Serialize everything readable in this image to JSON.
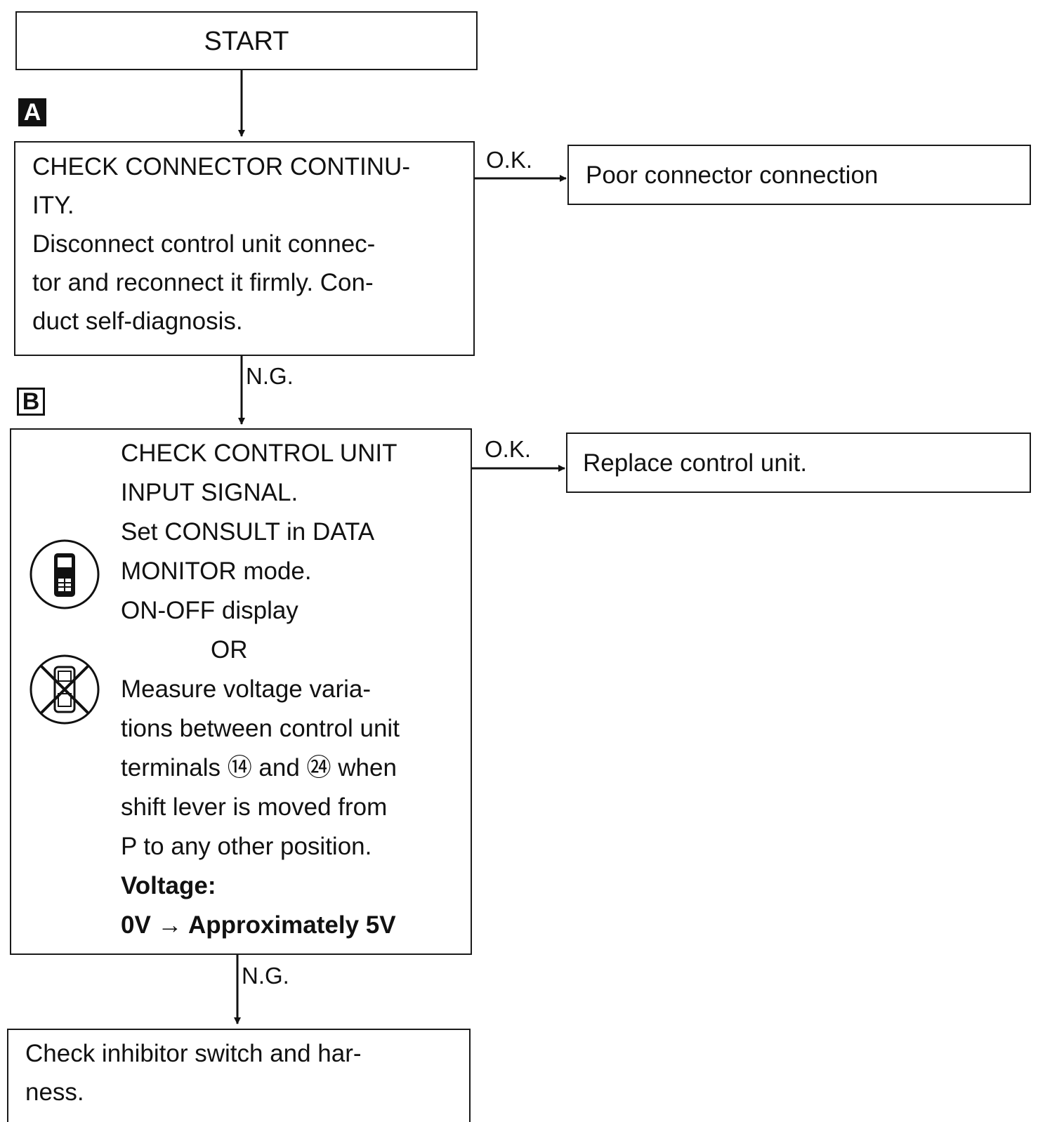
{
  "start": {
    "label": "START"
  },
  "step_a": {
    "tag": "A",
    "lines": [
      "CHECK CONNECTOR CONTINU-",
      "ITY.",
      "Disconnect control unit connec-",
      "tor and reconnect it firmly. Con-",
      "duct self-diagnosis."
    ],
    "ok_label": "O.K.",
    "ng_label": "N.G.",
    "ok_result": "Poor connector connection"
  },
  "step_b": {
    "tag": "B",
    "lines": [
      "CHECK CONTROL UNIT",
      "INPUT SIGNAL.",
      "Set CONSULT in DATA",
      "MONITOR mode.",
      "ON-OFF display",
      "OR",
      "Measure voltage varia-",
      "tions between control unit",
      "terminals ⑭ and ㉔ when",
      "shift lever is moved from",
      "P to any other position.",
      "Voltage:",
      "0V → Approximately 5V"
    ],
    "ok_label": "O.K.",
    "ng_label": "N.G.",
    "ok_result": "Replace control unit."
  },
  "final": {
    "lines": [
      "Check inhibitor switch and har-",
      "ness."
    ]
  },
  "icons": {
    "consult": "consult-tester-icon",
    "no_consult": "no-consult-tester-icon"
  }
}
